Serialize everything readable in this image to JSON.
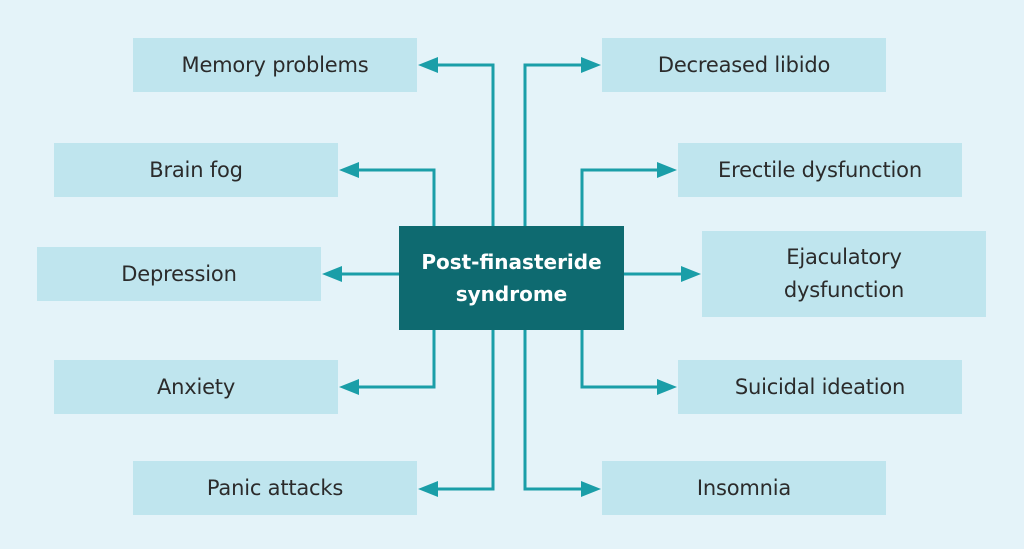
{
  "diagram": {
    "type": "mind-map",
    "colors": {
      "background": "#e4f3f9",
      "center_fill": "#0e6a70",
      "center_text": "#ffffff",
      "node_fill": "#bfe5ee",
      "node_text": "#2b2b2b",
      "connector": "#1a9ea8"
    },
    "center": {
      "label_line1": "Post-finasteride",
      "label_line2": "syndrome"
    },
    "left_nodes": [
      {
        "label": "Memory problems"
      },
      {
        "label": "Brain fog"
      },
      {
        "label": "Depression"
      },
      {
        "label": "Anxiety"
      },
      {
        "label": "Panic attacks"
      }
    ],
    "right_nodes": [
      {
        "label": "Decreased libido"
      },
      {
        "label": "Erectile dysfunction"
      },
      {
        "label_line1": "Ejaculatory",
        "label_line2": "dysfunction"
      },
      {
        "label": "Suicidal ideation"
      },
      {
        "label": "Insomnia"
      }
    ]
  }
}
